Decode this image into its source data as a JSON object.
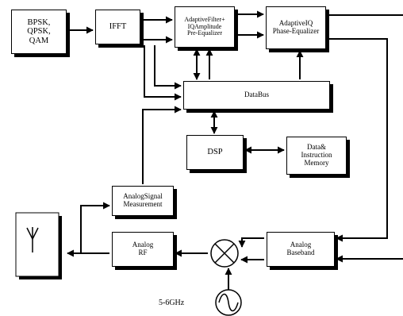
{
  "blocks": {
    "modulation": "BPSK,\nQPSK,\nQAM",
    "ifft": "IFFT",
    "adaptive_filter": "AdaptiveFilter+\nIQAmplitude\nPre-Equalizer",
    "adaptive_iq": "AdaptiveIQ\nPhase-Equalizer",
    "databus": "DataBus",
    "dsp": "DSP",
    "memory": "Data&\nInstruction\nMemory",
    "analog_signal": "AnalogSignal\nMeasurement",
    "analog_rf": "Analog\nRF",
    "analog_baseband": "Analog\nBaseband"
  },
  "oscillator_label": "5-6GHz",
  "icons": [
    "antenna-icon",
    "mixer-icon",
    "oscillator-icon"
  ]
}
